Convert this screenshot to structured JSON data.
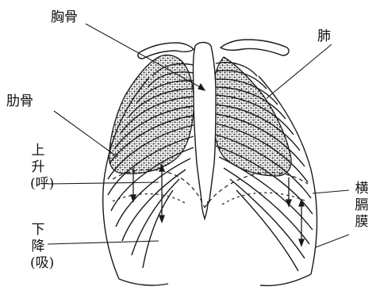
{
  "labels": {
    "sternum": "胸骨",
    "lung": "肺",
    "rib": "肋骨",
    "raise": "上升(呼)",
    "lower": "下降(吸)",
    "diaphragm": "横膈膜"
  },
  "colors": {
    "ink": "#1a1a1a",
    "lung_fill": "#8a8a8a",
    "background": "#ffffff"
  }
}
